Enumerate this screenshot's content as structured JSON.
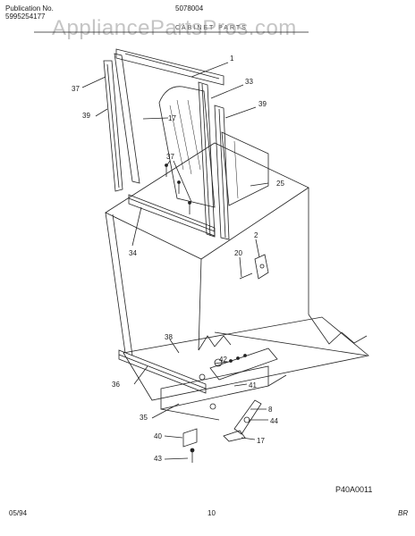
{
  "header": {
    "publication_label": "Publication No.",
    "publication_number": "5995254177",
    "model_number": "5078004",
    "section_title": "CABINET PARTS",
    "watermark": "AppliancePartsPros.com"
  },
  "diagram": {
    "callouts": [
      "1",
      "33",
      "39",
      "37",
      "39",
      "17",
      "37",
      "25",
      "34",
      "2",
      "20",
      "38",
      "42",
      "41",
      "36",
      "8",
      "44",
      "35",
      "40",
      "17",
      "43"
    ],
    "drawing_code": "P40A0011"
  },
  "footer": {
    "date": "05/94",
    "page": "10",
    "mark": "BR"
  }
}
